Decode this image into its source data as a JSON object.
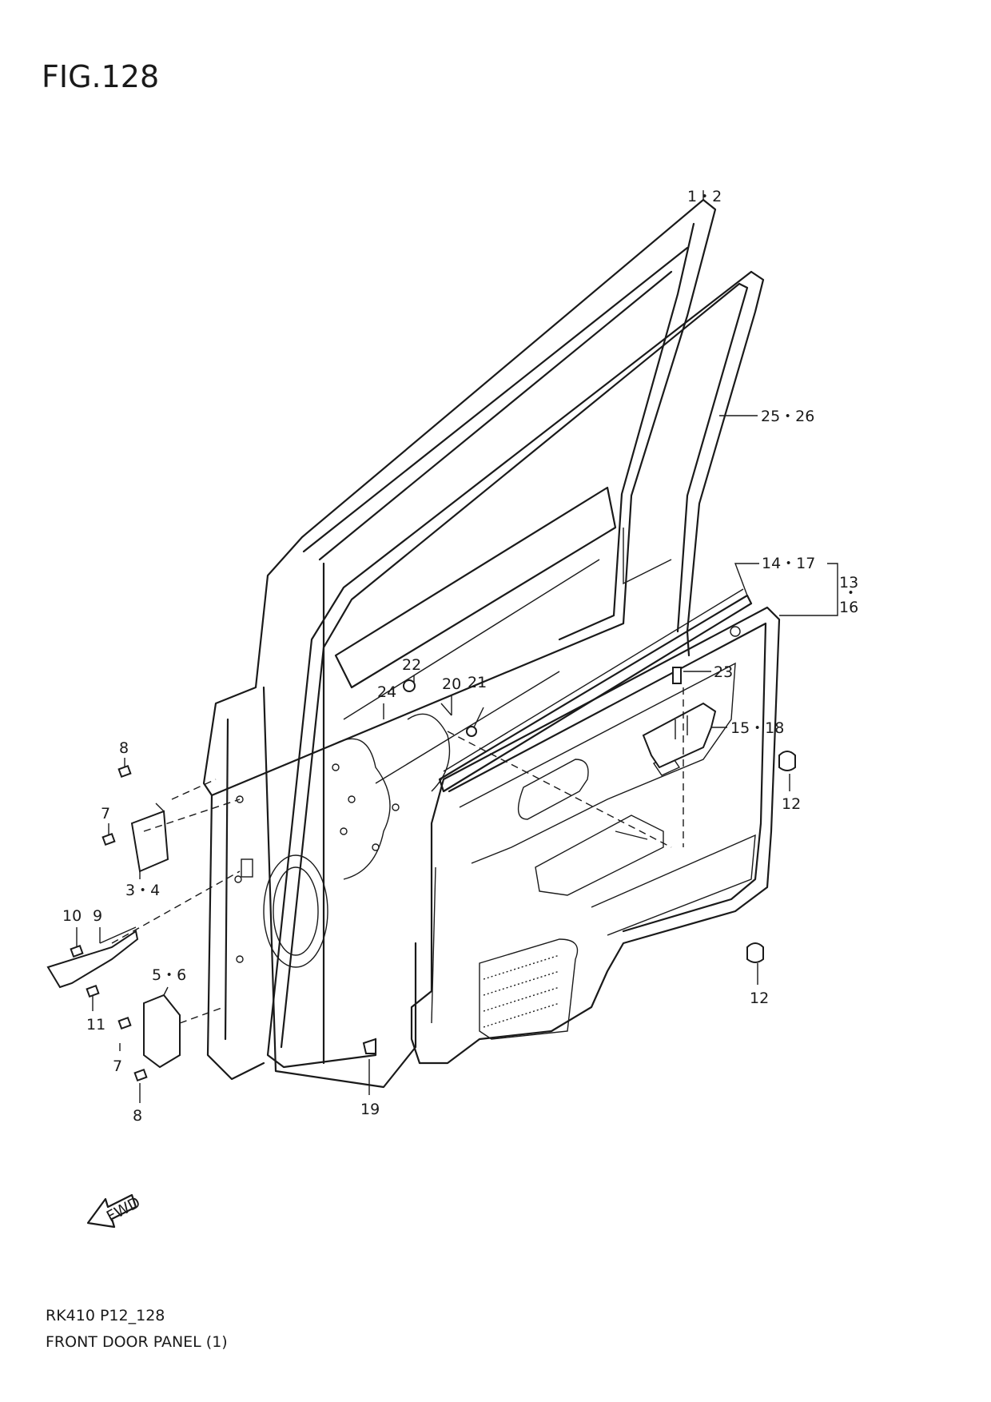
{
  "figure": {
    "title": "FIG.128",
    "model_code": "RK410 P12_128",
    "caption": "FRONT DOOR PANEL (1)"
  },
  "fwd_marker": {
    "text": "FWD"
  },
  "callouts": [
    {
      "id": "c1",
      "label": "1・2"
    },
    {
      "id": "c2",
      "label": "25・26"
    },
    {
      "id": "c3",
      "label": "14・17"
    },
    {
      "id": "c4",
      "label": "13"
    },
    {
      "id": "c4b",
      "label": "・"
    },
    {
      "id": "c5",
      "label": "16"
    },
    {
      "id": "c6",
      "label": "22"
    },
    {
      "id": "c7",
      "label": "20"
    },
    {
      "id": "c8",
      "label": "21"
    },
    {
      "id": "c9",
      "label": "23"
    },
    {
      "id": "c10",
      "label": "24"
    },
    {
      "id": "c11",
      "label": "15・18"
    },
    {
      "id": "c12",
      "label": "12"
    },
    {
      "id": "c13",
      "label": "12"
    },
    {
      "id": "c14",
      "label": "8"
    },
    {
      "id": "c15",
      "label": "7"
    },
    {
      "id": "c16",
      "label": "3・4"
    },
    {
      "id": "c17",
      "label": "10"
    },
    {
      "id": "c18",
      "label": "9"
    },
    {
      "id": "c19",
      "label": "5・6"
    },
    {
      "id": "c20",
      "label": "11"
    },
    {
      "id": "c21",
      "label": "7"
    },
    {
      "id": "c22",
      "label": "8"
    },
    {
      "id": "c23",
      "label": "19"
    }
  ]
}
